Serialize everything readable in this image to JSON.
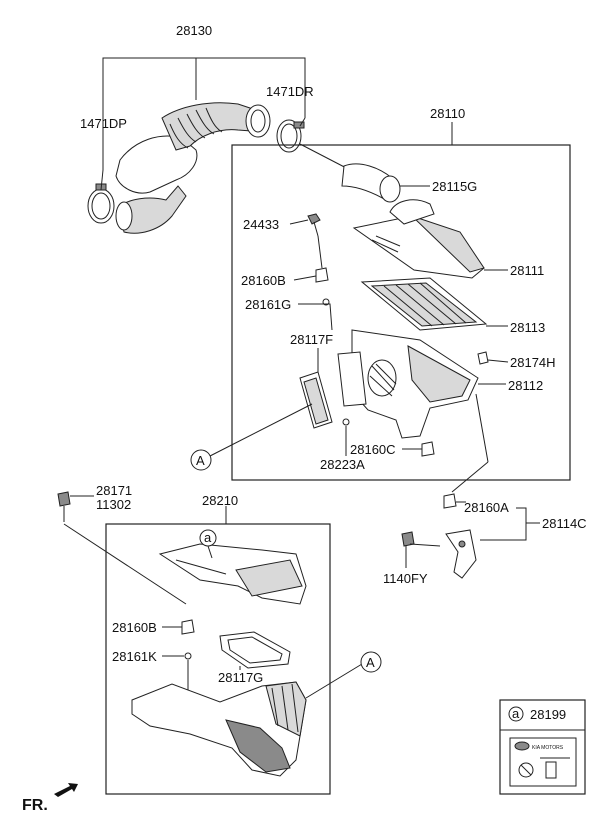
{
  "parts": {
    "p28130": "28130",
    "p1471DP": "1471DP",
    "p1471DR": "1471DR",
    "p28110": "28110",
    "p28115G": "28115G",
    "p24433": "24433",
    "p28111": "28111",
    "p28160B_top": "28160B",
    "p28161G": "28161G",
    "p28113": "28113",
    "p28117F": "28117F",
    "p28174H": "28174H",
    "p28112": "28112",
    "p28160C": "28160C",
    "p28223A": "28223A",
    "p28160A": "28160A",
    "p28114C": "28114C",
    "p1140FY": "1140FY",
    "p28171": "28171",
    "p11302": "11302",
    "p28210": "28210",
    "p28160B_bottom": "28160B",
    "p28161K": "28161K",
    "p28117G": "28117G",
    "p28199": "28199"
  },
  "callouts": {
    "a_small": "a",
    "A_big": "A",
    "a_legend": "a"
  },
  "direction": "FR.",
  "label_text": {
    "brand": "KIA MOTORS"
  }
}
